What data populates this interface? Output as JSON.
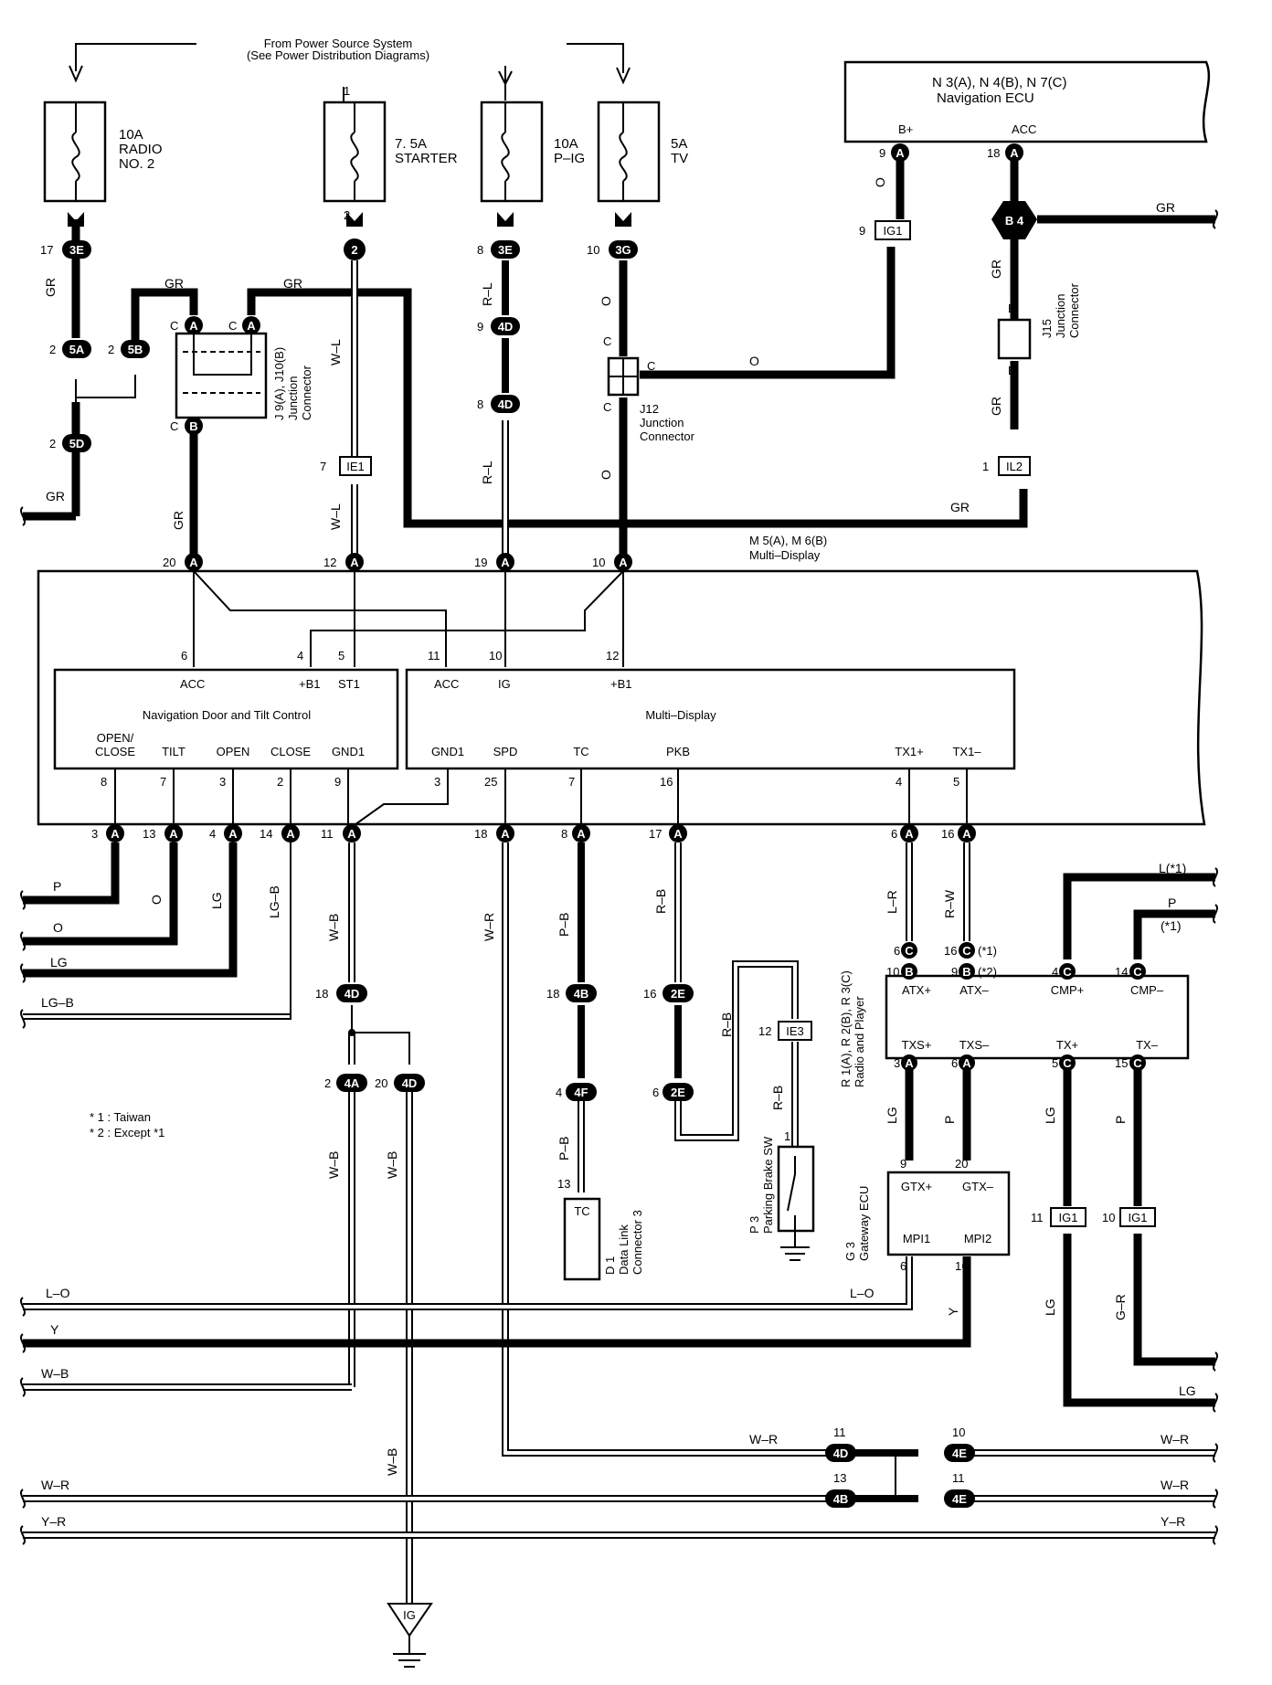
{
  "power_source": {
    "line1": "From Power Source System",
    "line2": "(See Power Distribution Diagrams)"
  },
  "fuses": [
    {
      "amp": "10A",
      "name1": "RADIO",
      "name2": "NO. 2"
    },
    {
      "amp": "7. 5A",
      "name1": "STARTER",
      "name2": "",
      "pin_top": "1",
      "pin_bot": "2"
    },
    {
      "amp": "10A",
      "name1": "P–IG",
      "name2": ""
    },
    {
      "amp": "5A",
      "name1": "TV",
      "name2": ""
    }
  ],
  "navigation_ecu": {
    "ref": "N 3(A), N 4(B), N 7(C)",
    "name": "Navigation ECU",
    "pin_bplus": "B+",
    "pin_acc": "ACC"
  },
  "multi_display": {
    "ref": "M 5(A), M 6(B)",
    "name": "Multi–Display"
  },
  "nav_door": {
    "title": "Navigation Door and Tilt Control",
    "top_pins": [
      "ACC",
      "+B1",
      "ST1"
    ],
    "bottom_pins": [
      "OPEN/",
      "CLOSE",
      "TILT",
      "OPEN",
      "CLOSE",
      "GND1"
    ]
  },
  "md_inner": {
    "title": "Multi–Display",
    "top_pins": [
      "ACC",
      "IG",
      "+B1"
    ],
    "bottom_pins": [
      "GND1",
      "SPD",
      "TC",
      "PKB",
      "TX1+",
      "TX1–"
    ]
  },
  "junctions": {
    "j9": [
      "J 9(A), J10(B)",
      "Junction",
      "Connector"
    ],
    "j12": [
      "J12",
      "Junction",
      "Connector"
    ],
    "j15": [
      "J15",
      "Junction",
      "Connector"
    ]
  },
  "radio": {
    "ref": "R 1(A), R 2(B), R 3(C)",
    "name": "Radio and Player",
    "pins": [
      "ATX+",
      "ATX–",
      "CMP+",
      "CMP–",
      "TXS+",
      "TXS–",
      "TX+",
      "TX–"
    ]
  },
  "gateway": {
    "ref": "G 3",
    "name": "Gateway ECU",
    "pins": [
      "GTX+",
      "GTX–",
      "MPI1",
      "MPI2"
    ]
  },
  "dlc": {
    "ref": "D 1",
    "name1": "Data Link",
    "name2": "Connector 3",
    "pin": "TC"
  },
  "parking": {
    "ref": "P 3",
    "name": "Parking Brake SW"
  },
  "notes": [
    "* 1 : Taiwan",
    "* 2 : Except *1"
  ],
  "connectors": {
    "c3E": "3E",
    "c5A": "5A",
    "c5B": "5B",
    "c5D": "5D",
    "c2": "2",
    "c4D": "4D",
    "c3G": "3G",
    "cIE1": "IE1",
    "cIG1": "IG1",
    "cB4": "B 4",
    "cIL2": "IL2",
    "cA": "A",
    "cB": "B",
    "cC": "C",
    "c4B": "4B",
    "c4F": "4F",
    "c2E": "2E",
    "cIE3": "IE3",
    "c4A": "4A",
    "c4E": "4E",
    "cIG": "IG"
  },
  "wire_colors": {
    "GR": "GR",
    "W_L": "W–L",
    "R_L": "R–L",
    "O": "O",
    "P": "P",
    "LG": "LG",
    "LG_B": "LG–B",
    "W_B": "W–B",
    "W_R": "W–R",
    "P_B": "P–B",
    "R_B": "R–B",
    "L_R": "L–R",
    "R_W": "R–W",
    "L1": "L(*1)",
    "P1": "P",
    "star1": "(*1)",
    "star2": "(*2)",
    "L_O": "L–O",
    "Y": "Y",
    "Y_R": "Y–R",
    "G_R": "G–R"
  }
}
